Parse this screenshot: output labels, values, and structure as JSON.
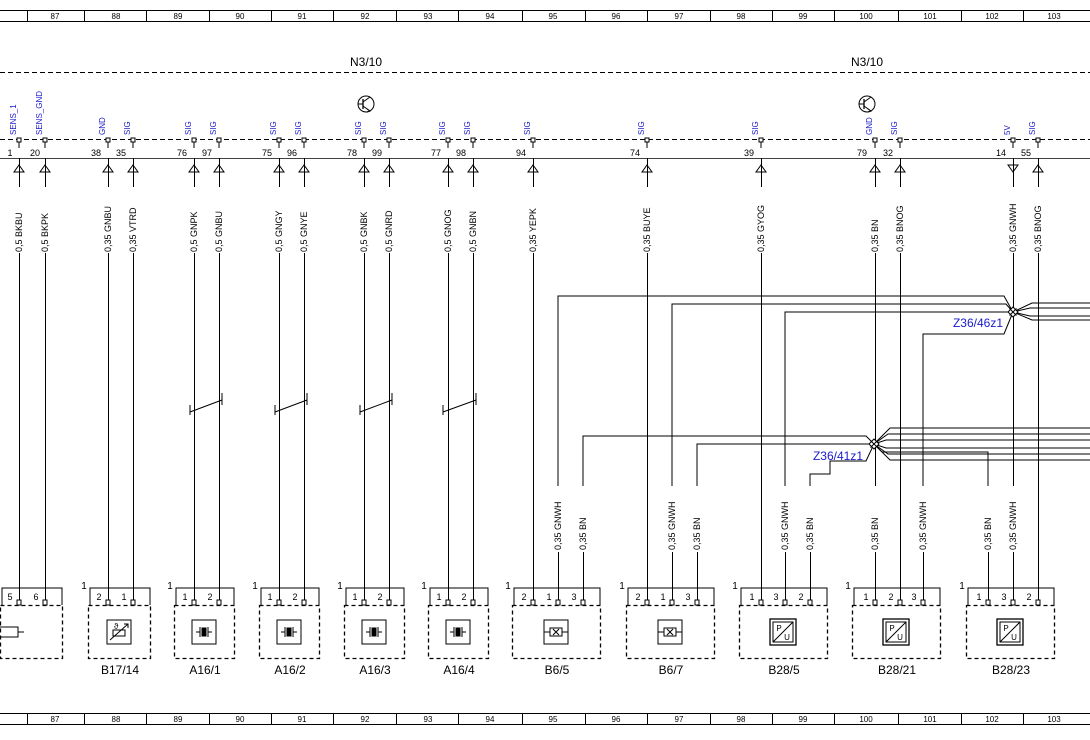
{
  "grid_numbers": [
    "87",
    "88",
    "89",
    "90",
    "91",
    "92",
    "93",
    "94",
    "95",
    "96",
    "97",
    "98",
    "99",
    "100",
    "101",
    "102",
    "103"
  ],
  "control_units": [
    {
      "label": "N3/10"
    },
    {
      "label": "N3/10"
    }
  ],
  "pins": [
    {
      "num": "1",
      "func": "SENS_1",
      "wire": "0,5 BKBU"
    },
    {
      "num": "20",
      "func": "SENS_GND",
      "wire": "0,5 BKPK"
    },
    {
      "num": "38",
      "func": "GND",
      "wire": "0,35 GNBU"
    },
    {
      "num": "35",
      "func": "SIG",
      "wire": "0,35 VTRD"
    },
    {
      "num": "76",
      "func": "SIG",
      "wire": "0,5 GNPK"
    },
    {
      "num": "97",
      "func": "SIG",
      "wire": "0,5 GNBU"
    },
    {
      "num": "75",
      "func": "SIG",
      "wire": "0,5 GNGY"
    },
    {
      "num": "96",
      "func": "SIG",
      "wire": "0,5 GNYE"
    },
    {
      "num": "78",
      "func": "SIG",
      "wire": "0,5 GNBK"
    },
    {
      "num": "99",
      "func": "SIG",
      "wire": "0,5 GNRD"
    },
    {
      "num": "77",
      "func": "SIG",
      "wire": "0,5 GNOG"
    },
    {
      "num": "98",
      "func": "SIG",
      "wire": "0,5 GNBN"
    },
    {
      "num": "94",
      "func": "SIG",
      "wire": "0,35 YEPK"
    },
    {
      "num": "74",
      "func": "SIG",
      "wire": "0,35 BUYE"
    },
    {
      "num": "39",
      "func": "SIG",
      "wire": "0,35 GYOG"
    },
    {
      "num": "79",
      "func": "GND",
      "wire": "0,35 BN"
    },
    {
      "num": "32",
      "func": "SIG",
      "wire": "0,35 BNOG"
    },
    {
      "num": "14",
      "func": "5V",
      "wire": "0,35 GNWH"
    },
    {
      "num": "55",
      "func": "SIG",
      "wire": "0,35 BNOG"
    }
  ],
  "lower_wires": [
    "0,35 GNWH",
    "0,35 BN",
    "0,35 GNWH",
    "0,35 BN",
    "0,35 GNWH",
    "0,35 BN",
    "0,35 BN",
    "0,35 GNWH",
    "0,35 BN",
    "0,35 GNWH"
  ],
  "splices": [
    {
      "label": "Z36/46z1"
    },
    {
      "label": "Z36/41z1"
    }
  ],
  "components": [
    {
      "label": "",
      "icon": "partial-component-icon",
      "mark": "",
      "pins": [
        "5",
        "6"
      ]
    },
    {
      "label": "B17/14",
      "icon": "temperature-sensor-icon",
      "mark": "1",
      "pins": [
        "2",
        "1"
      ]
    },
    {
      "label": "A16/1",
      "icon": "knock-sensor-icon",
      "mark": "1",
      "pins": [
        "1",
        "2"
      ]
    },
    {
      "label": "A16/2",
      "icon": "knock-sensor-icon",
      "mark": "1",
      "pins": [
        "1",
        "2"
      ]
    },
    {
      "label": "A16/3",
      "icon": "knock-sensor-icon",
      "mark": "1",
      "pins": [
        "1",
        "2"
      ]
    },
    {
      "label": "A16/4",
      "icon": "knock-sensor-icon",
      "mark": "1",
      "pins": [
        "1",
        "2"
      ]
    },
    {
      "label": "B6/5",
      "icon": "hall-sensor-icon",
      "mark": "1",
      "pins": [
        "2",
        "1",
        "3"
      ]
    },
    {
      "label": "B6/7",
      "icon": "hall-sensor-icon",
      "mark": "1",
      "pins": [
        "2",
        "1",
        "3"
      ]
    },
    {
      "label": "B28/5",
      "icon": "pressure-sensor-icon",
      "mark": "1",
      "pins": [
        "1",
        "3",
        "2"
      ]
    },
    {
      "label": "B28/21",
      "icon": "pressure-sensor-icon",
      "mark": "1",
      "pins": [
        "1",
        "2",
        "3"
      ]
    },
    {
      "label": "B28/23",
      "icon": "pressure-sensor-icon",
      "mark": "1",
      "pins": [
        "1",
        "3",
        "2"
      ]
    }
  ],
  "pressure_icon_text": {
    "p": "P",
    "u": "U"
  },
  "colors": {
    "line": "#000000",
    "function_label": "#1a1acc",
    "splice_label": "#1a1acc"
  }
}
